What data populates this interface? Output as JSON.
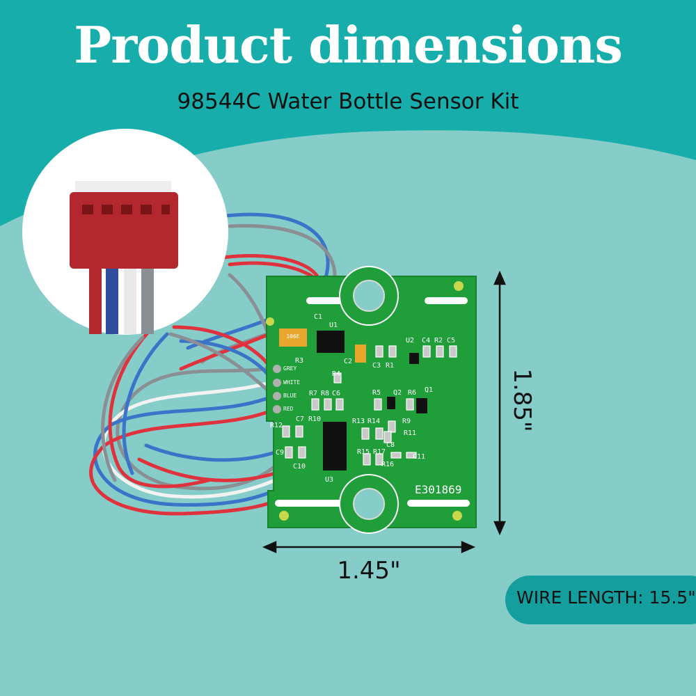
{
  "header": {
    "title": "Product dimensions",
    "subtitle": "98544C Water Bottle Sensor Kit"
  },
  "dimensions": {
    "width": "1.45\"",
    "height": "1.85\""
  },
  "badge": {
    "wire_length": "WIRE LENGTH: 15.5\""
  },
  "board": {
    "part_number": "E301869",
    "wire_labels": [
      "GREY",
      "WHITE",
      "BLUE",
      "RED"
    ],
    "components": [
      "C1",
      "U1",
      "R3",
      "R4",
      "C2",
      "C3",
      "R1",
      "U2",
      "C4",
      "R2",
      "C5",
      "R7",
      "R8",
      "C6",
      "R5",
      "Q2",
      "R6",
      "Q1",
      "C7",
      "R10",
      "R13",
      "R14",
      "R9",
      "R12",
      "R11",
      "C8",
      "C9",
      "R15",
      "R17",
      "C11",
      "C10",
      "R16",
      "U3"
    ],
    "capacitor_marking": "106E"
  },
  "colors": {
    "background": "#86cdc9",
    "header_band": "#16adab",
    "pcb": "#1f9e3a",
    "badge": "#149e9d",
    "connector": "#b3282e",
    "wire_red": "#e0323c",
    "wire_blue": "#3a73c8",
    "wire_grey": "#8a8f94",
    "wire_white": "#f2f2f2"
  }
}
